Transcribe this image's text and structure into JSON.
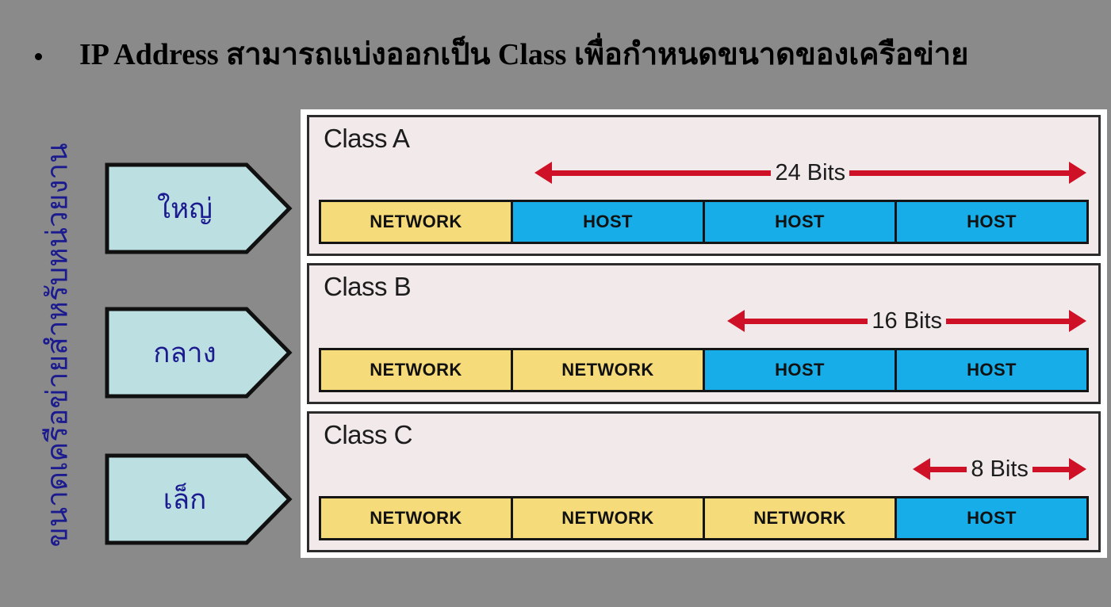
{
  "slide": {
    "title": "IP Address สามารถแบ่งออกเป็น Class เพื่อกำหนดขนาดของเครือข่าย",
    "bullet_glyph": "•",
    "vertical_caption": "ขนาดเครือข่ายสำหรับหน่วยงาน",
    "background_color": "#8a8a8a",
    "title_color": "#000000",
    "caption_color": "#1B1B8F"
  },
  "size_arrows": [
    {
      "label": "ใหญ่",
      "fill": "#BCE0E2",
      "stroke": "#101010"
    },
    {
      "label": "กลาง",
      "fill": "#BCE0E2",
      "stroke": "#101010"
    },
    {
      "label": "เล็ก",
      "fill": "#BCE0E2",
      "stroke": "#101010"
    }
  ],
  "diagram": {
    "frame_color": "#FFFFFF",
    "panel_background": "#F2EAEA",
    "panel_border": "#2C2C2C",
    "network_color": "#F5DB7A",
    "host_color": "#17ADE8",
    "arrow_color": "#CE1126",
    "panels": [
      {
        "class_title": "Class A",
        "bits_label": "24 Bits",
        "bits_value": 24,
        "measure_left_pct": 28.5,
        "measure_width_pct": 70.0,
        "segments": [
          {
            "label": "NETWORK",
            "type": "network"
          },
          {
            "label": "HOST",
            "type": "host"
          },
          {
            "label": "HOST",
            "type": "host"
          },
          {
            "label": "HOST",
            "type": "host"
          }
        ]
      },
      {
        "class_title": "Class B",
        "bits_label": "16 Bits",
        "bits_value": 16,
        "measure_left_pct": 53.0,
        "measure_width_pct": 45.5,
        "segments": [
          {
            "label": "NETWORK",
            "type": "network"
          },
          {
            "label": "NETWORK",
            "type": "network"
          },
          {
            "label": "HOST",
            "type": "host"
          },
          {
            "label": "HOST",
            "type": "host"
          }
        ]
      },
      {
        "class_title": "Class C",
        "bits_label": "8 Bits",
        "bits_value": 8,
        "measure_left_pct": 76.5,
        "measure_width_pct": 22.0,
        "segments": [
          {
            "label": "NETWORK",
            "type": "network"
          },
          {
            "label": "NETWORK",
            "type": "network"
          },
          {
            "label": "NETWORK",
            "type": "network"
          },
          {
            "label": "HOST",
            "type": "host"
          }
        ]
      }
    ]
  }
}
